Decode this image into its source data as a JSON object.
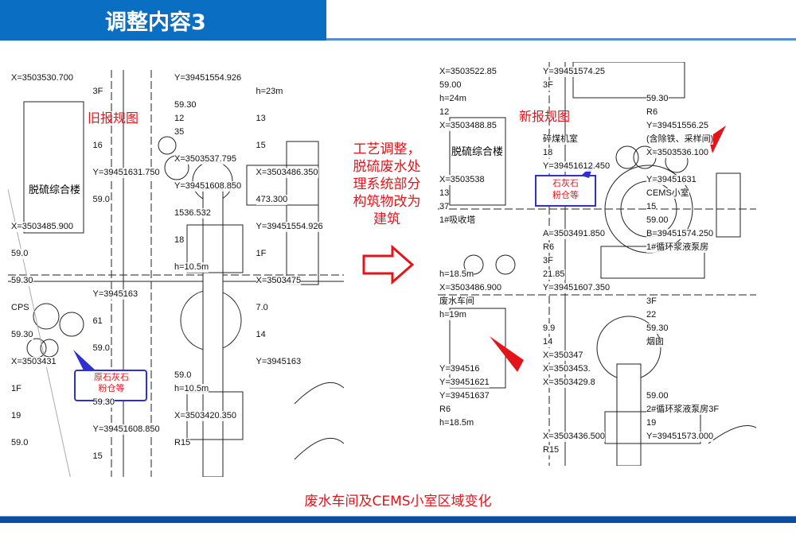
{
  "header": {
    "title": "调整内容3"
  },
  "left_drawing": {
    "label": "旧报规图",
    "callout": "原石灰石\n粉仓等",
    "building": "脱硫综合楼",
    "texts": [
      "X=3503530.700",
      "Y=39451554.926",
      "3F",
      "h=23m",
      "59.30",
      "12",
      "13",
      "35",
      "16",
      "15",
      "X=3503537.795",
      "Y=39451631.750",
      "X=3503486.350",
      "Y=39451608.850",
      "59.0",
      "473.300",
      "1536.532",
      "X=3503485.900",
      "Y=39451554.926",
      "18",
      "59.0",
      "1F",
      "h=10.5m",
      "59.30",
      "X=3503475",
      "Y=3945163",
      "CPS",
      "7.0",
      "61",
      "59.30",
      "14",
      "59.0",
      "X=3503431",
      "Y=3945163",
      "59.0",
      "1F",
      "h=10.5m",
      "59.30",
      "19",
      "X=3503420.350",
      "Y=39451608.850",
      "59.0",
      "R15",
      "15"
    ]
  },
  "right_drawing": {
    "label": "新报规图",
    "callout": "石灰石\n粉仓等",
    "building": "脱硫综合楼",
    "texts": [
      "X=3503522.85",
      "Y=39451574.25",
      "59.00",
      "3F",
      "h=24m",
      "59.30",
      "12",
      "R6",
      "X=3503488.85",
      "Y=39451556.25",
      "碎煤机室",
      "(含除铁、采样间)",
      "18",
      "X=3503536.100",
      "Y=39451612.450",
      "X=3503538",
      "Y=39451631",
      "13",
      "CEMS小室",
      "37",
      "15",
      "1#吸收塔",
      "59.00",
      "A=3503491.850",
      "B=39451574.250",
      "R6",
      "1#循环浆液泵房",
      "3F",
      "h=18.5m",
      "21.85",
      "X=3503486.900",
      "Y=39451607.350",
      "废水车间",
      "3F",
      "h=19m",
      "22",
      "9.9",
      "59.30",
      "14",
      "烟囱",
      "X=350347",
      "Y=394516",
      "X=3503453.",
      "Y=39451621",
      "X=3503429.8",
      "Y=39451637",
      "59.00",
      "R6",
      "2#循环浆液泵房3F",
      "h=18.5m",
      "19",
      "X=3503436.500",
      "Y=39451573.000",
      "R15"
    ]
  },
  "middle_text": [
    "工艺调整，",
    "脱硫废水处",
    "理系统部分",
    "构筑物改为",
    "建筑"
  ],
  "caption": "废水车间及CEMS小室区域变化",
  "colors": {
    "header": "#0a6fc2",
    "accent_red": "#e4141b",
    "callout_border": "#3030d0",
    "footer": "#0b4ea6"
  }
}
